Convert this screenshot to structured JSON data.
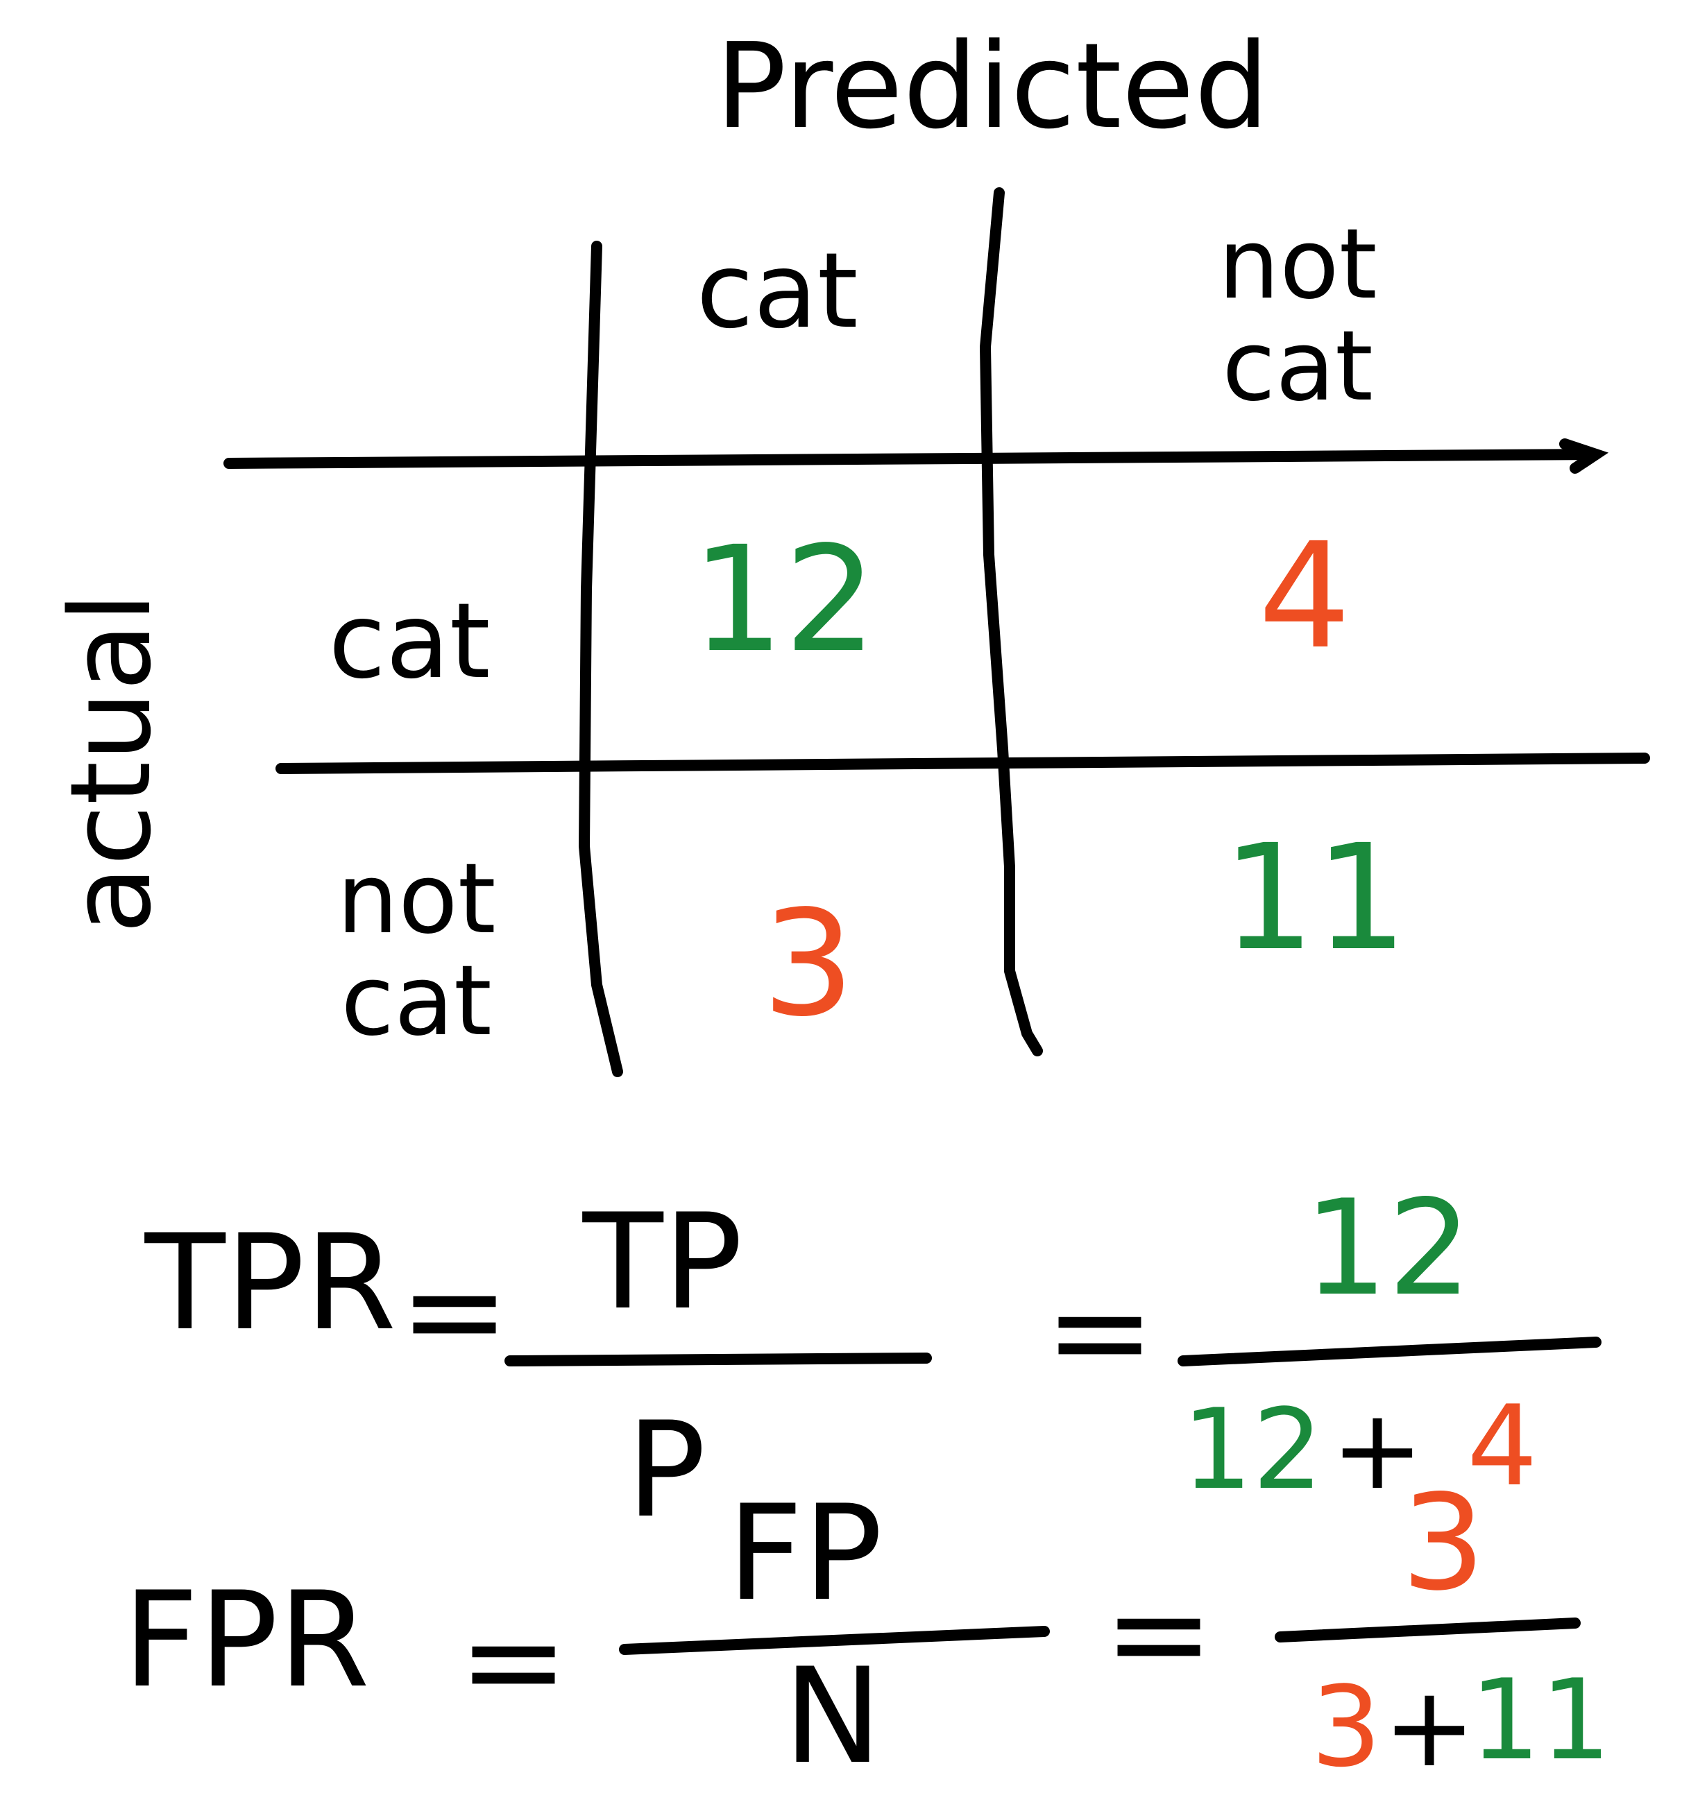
{
  "header": {
    "predicted_label": "Predicted"
  },
  "axes": {
    "actual_label": "actual"
  },
  "matrix": {
    "columns": [
      "cat",
      "not\ncat"
    ],
    "rows": [
      "cat",
      "not\ncat"
    ],
    "cells": {
      "tp": "12",
      "fn": "4",
      "fp": "3",
      "tn": "11"
    }
  },
  "formulas": {
    "tpr": {
      "lhs": "TPR",
      "equals1": "=",
      "numerator": "TP",
      "denominator": "P",
      "equals2": "=",
      "num_value": "12",
      "den_a": "12",
      "den_plus": "+",
      "den_b": "4"
    },
    "fpr": {
      "lhs": "FPR",
      "equals1": "=",
      "numerator": "FP",
      "denominator": "N",
      "equals2": "=",
      "num_value": "3",
      "den_a": "3",
      "den_plus": "+",
      "den_b": "11"
    }
  },
  "colors": {
    "ink": "#000000",
    "correct": "#1a8a3c",
    "error": "#ee4e22"
  }
}
